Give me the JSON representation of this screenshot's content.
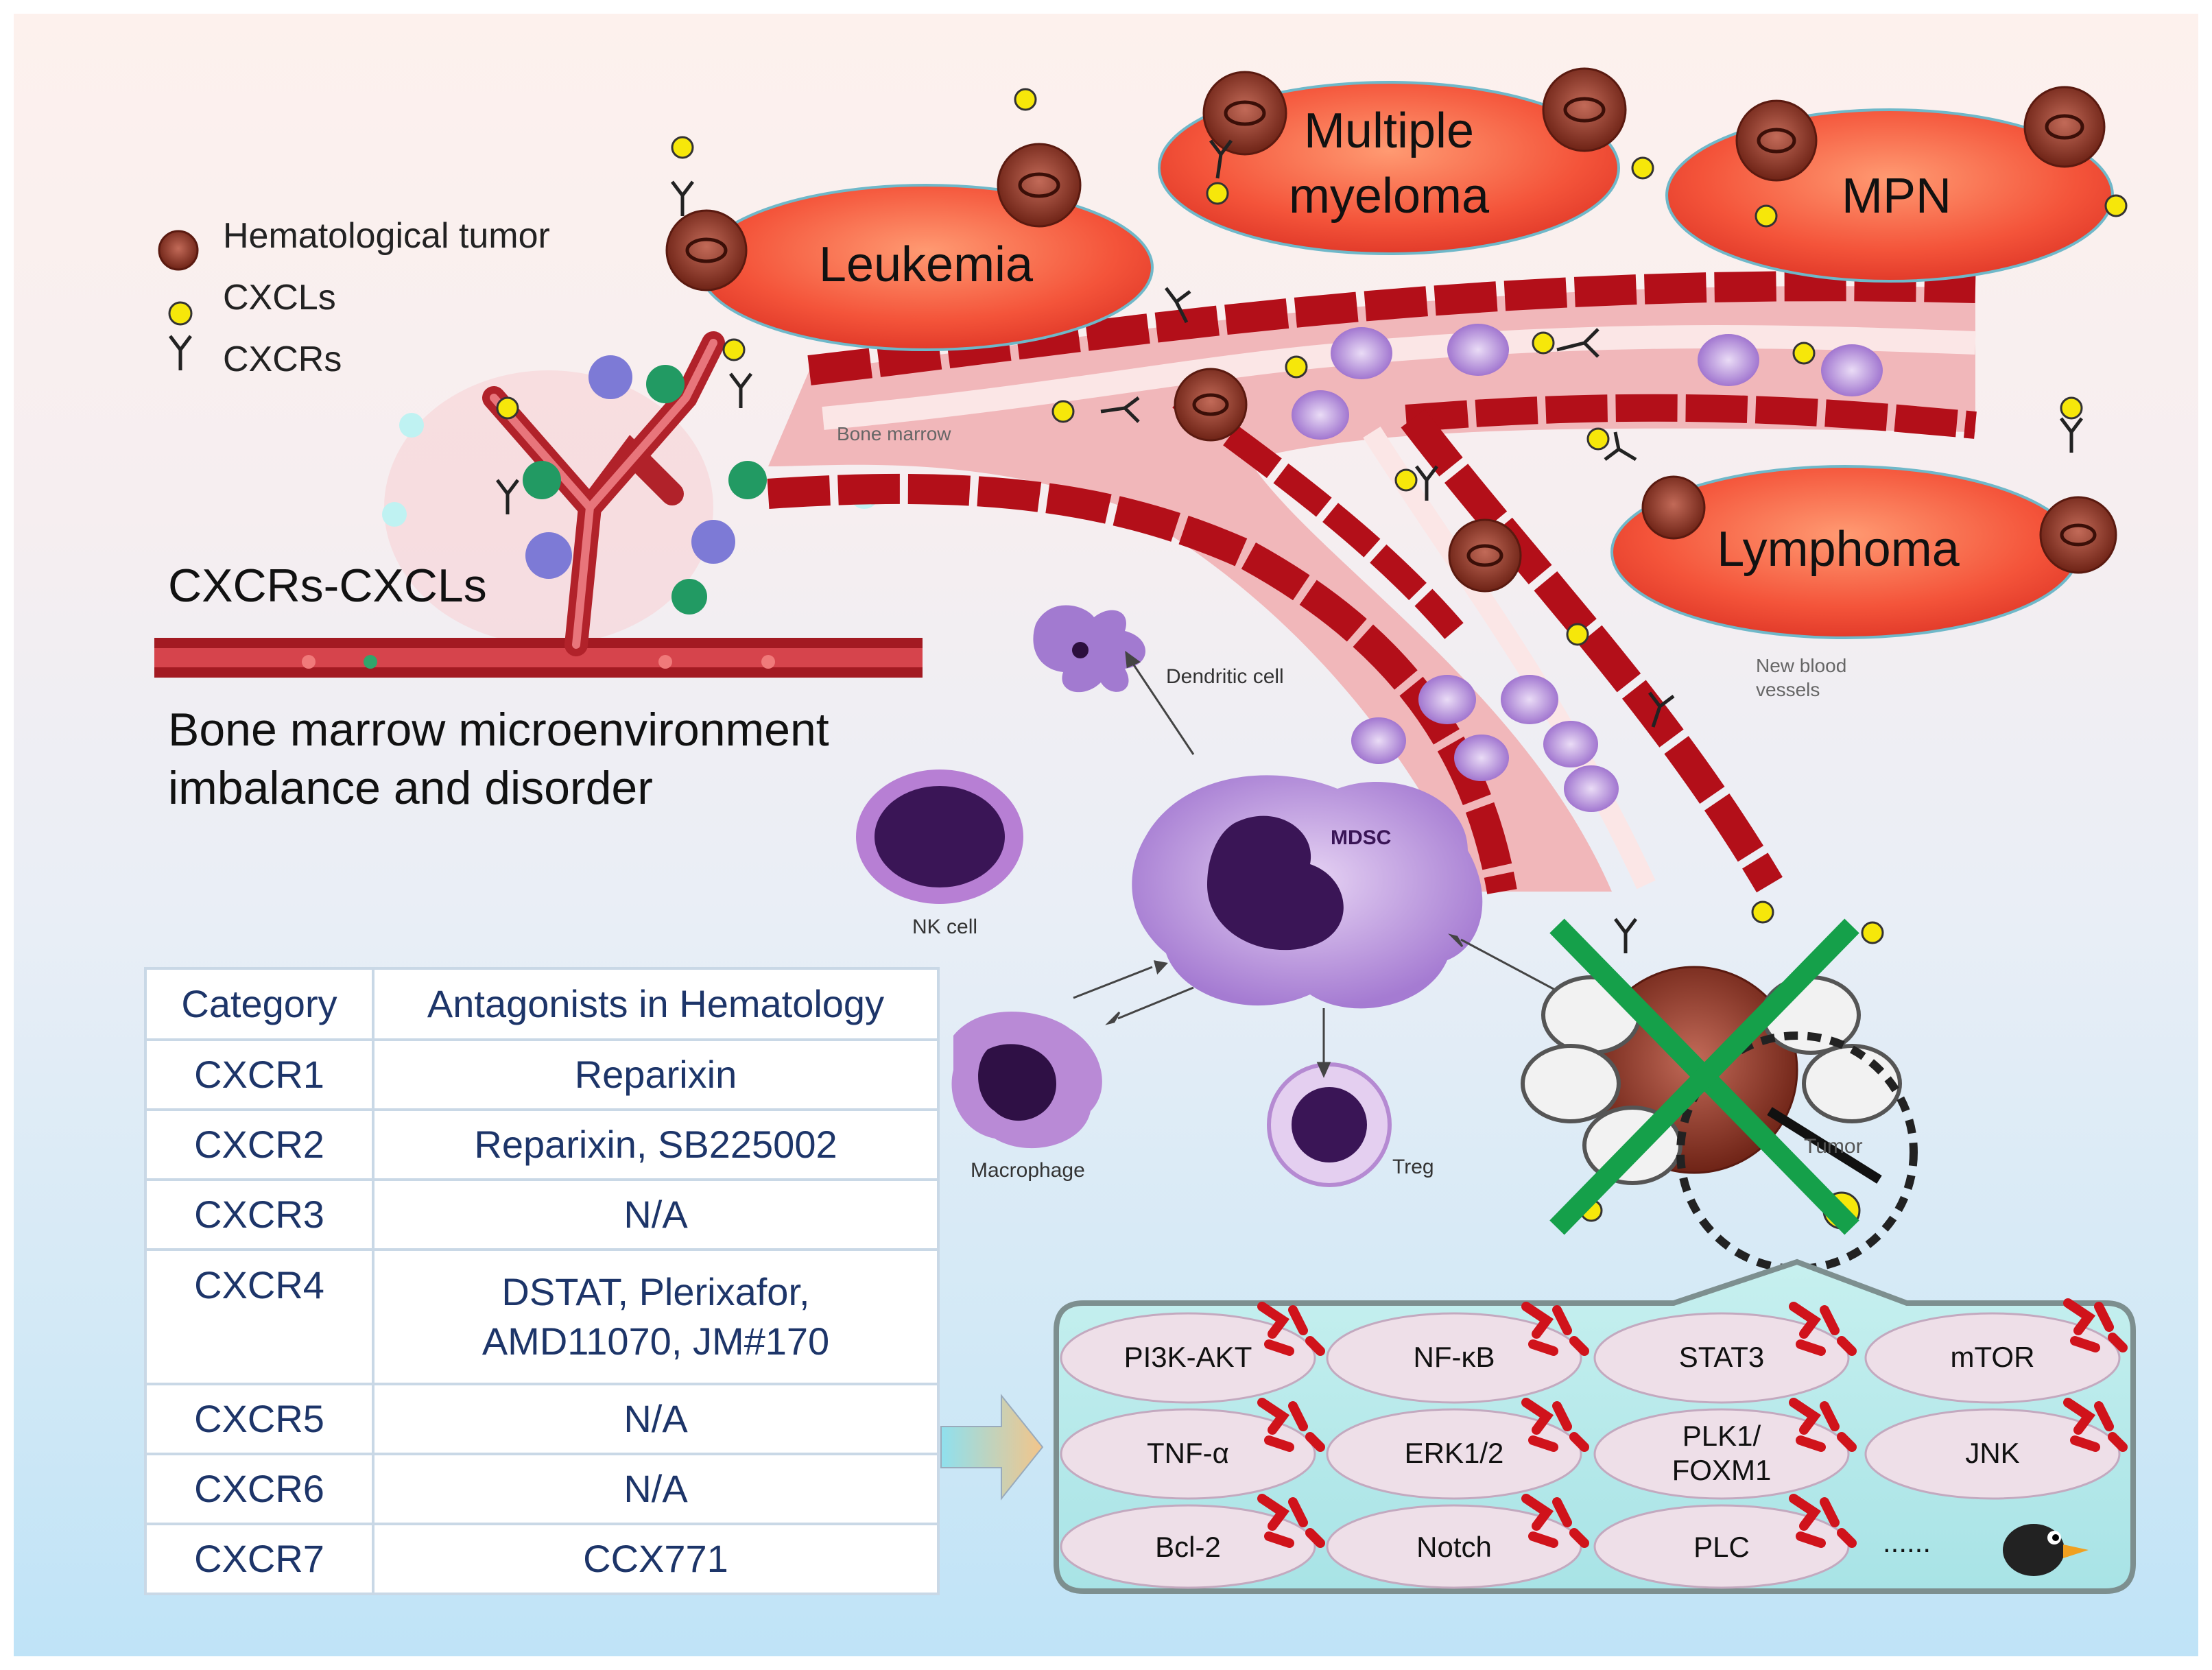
{
  "legend": {
    "tumor": "Hematological tumor",
    "cxcl": "CXCLs",
    "cxcr": "CXCRs"
  },
  "axis_label": "CXCRs-CXCLs",
  "caption_line1": "Bone marrow microenvironment",
  "caption_line2": "imbalance and disorder",
  "diseases": {
    "leukemia": "Leukemia",
    "myeloma_line1": "Multiple",
    "myeloma_line2": "myeloma",
    "mpn": "MPN",
    "lymphoma": "Lymphoma"
  },
  "labels": {
    "bone_marrow": "Bone marrow",
    "new_vessels_line1": "New blood",
    "new_vessels_line2": "vessels",
    "dendritic": "Dendritic cell",
    "mdsc": "MDSC",
    "nk": "NK cell",
    "macrophage": "Macrophage",
    "treg": "Treg",
    "tumor": "Tumor"
  },
  "table": {
    "headers": [
      "Category",
      "Antagonists in Hematology"
    ],
    "rows": [
      [
        "CXCR1",
        "Reparixin"
      ],
      [
        "CXCR2",
        "Reparixin, SB225002"
      ],
      [
        "CXCR3",
        "N/A"
      ],
      [
        "CXCR4",
        "DSTAT, Plerixafor,",
        "AMD11070, JM#170"
      ],
      [
        "CXCR5",
        "N/A"
      ],
      [
        "CXCR6",
        "N/A"
      ],
      [
        "CXCR7",
        "CCX771"
      ]
    ]
  },
  "pathways": {
    "r1": [
      "PI3K-AKT",
      "NF-κB",
      "STAT3",
      "mTOR"
    ],
    "r2": [
      "TNF-α",
      "ERK1/2",
      "PLK1/",
      "JNK"
    ],
    "r2b": "FOXM1",
    "r3": [
      "Bcl-2",
      "Notch",
      "PLC"
    ],
    "ellipsis": "......"
  },
  "colors": {
    "vessel": "#c8141e",
    "oval": "#f45a3a",
    "table_text": "#1d3569",
    "cross": "#17a34a",
    "cxcl": "#f6e70a"
  }
}
